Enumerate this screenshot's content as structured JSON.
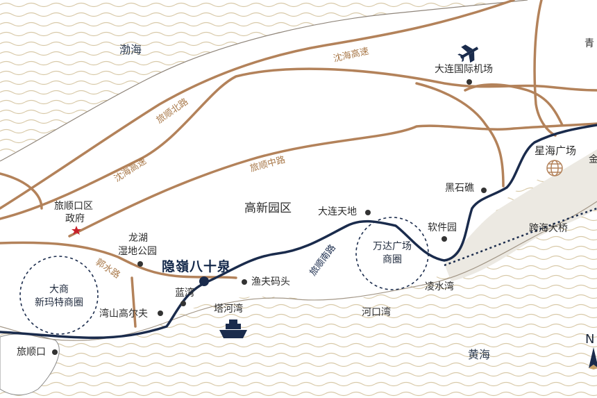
{
  "seas": {
    "bohai": "渤海",
    "huanghai": "黄海"
  },
  "edge_label": "青",
  "edge_label2": "金",
  "roads": {
    "shenhai_top": "沈海高速",
    "lvshun_north": "旅顺北路",
    "shenhai_left": "沈海高速",
    "lvshun_middle": "旅顺中路",
    "guoshui": "郭水路",
    "lvshun_south": "旅顺南路",
    "kuahai_bridge": "跨海大桥"
  },
  "places": {
    "airport": "大连国际机场",
    "xinghai": "星海广场",
    "heishijiao": "黑石礁",
    "dalian_tiandi": "大连天地",
    "gaoxin": "高新园区",
    "ruanjianyuan": "软件园",
    "lingshuiwan": "凌水湾",
    "hekouwan": "河口湾",
    "yufu_matou": "渔夫码头",
    "tahewan": "塔河湾",
    "lanwan": "蓝湾",
    "wanshan_golf": "湾山高尔夫",
    "longhu_line1": "龙湖",
    "longhu_line2": "湿地公园",
    "lvshunkou_gov_line1": "旅顺口区",
    "lvshunkou_gov_line2": "政府",
    "lvshunkou": "旅顺口"
  },
  "project": {
    "name": "隐嶺八十泉"
  },
  "circles": {
    "wanda": [
      "万达广场",
      "商圈"
    ],
    "dashang": [
      "大商",
      "新玛特商圈"
    ]
  },
  "compass": "N",
  "colors": {
    "road": "#b3825a",
    "coast": "#1a2b4c",
    "wave": "#d8c9a8",
    "land": "#ffffff",
    "gray_land": "#ece9e2"
  },
  "icons": [
    "airplane-icon",
    "ship-icon",
    "star-icon",
    "globe-icon",
    "compass-icon"
  ]
}
